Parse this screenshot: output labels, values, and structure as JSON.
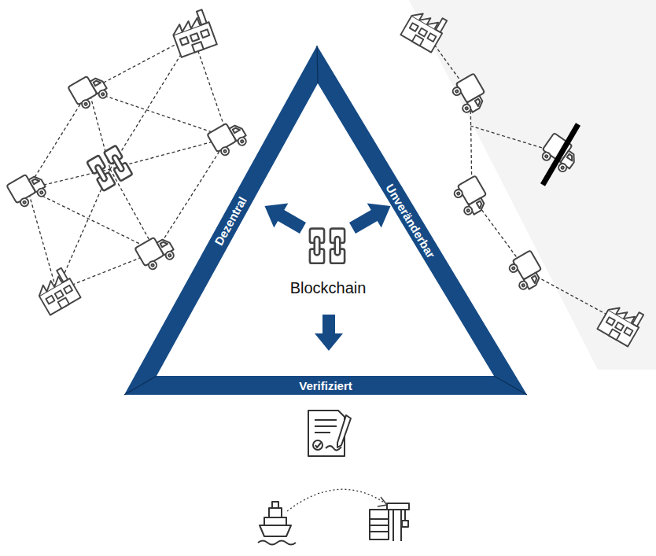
{
  "diagram": {
    "labels": [
      "Dezentral",
      "Unveränderbar",
      "Verifiziert",
      "Blockchain"
    ]
  }
}
